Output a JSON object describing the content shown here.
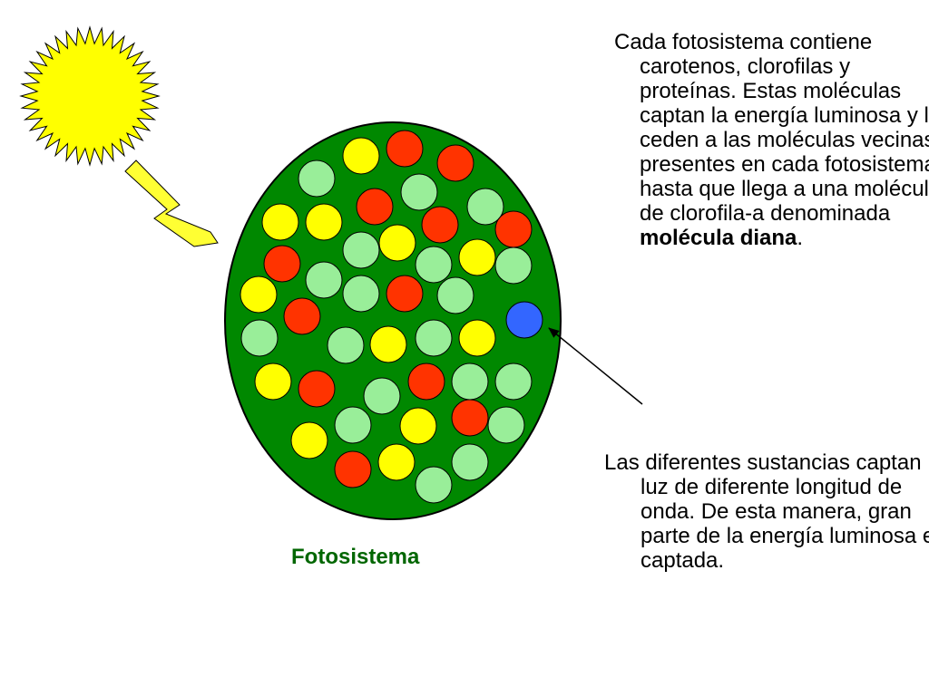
{
  "colors": {
    "background": "#ffffff",
    "photosystem_fill": "#008800",
    "carotene_yellow": "#ffff00",
    "chlorophyll_red": "#ff3300",
    "protein_light_green": "#99ee99",
    "target_molecule_blue": "#3366ff",
    "sun_yellow": "#ffff00",
    "lightning_yellow": "#ffff33",
    "caption_green": "#006600",
    "text": "#000000"
  },
  "icons": {
    "sun": "sun-icon",
    "light_ray": "lightning-icon",
    "pointer": "arrow-icon"
  },
  "diagram": {
    "caption": "Fotosistema"
  },
  "text": {
    "para1_before": "Cada fotosistema contiene carotenos, clorofilas y proteínas. Estas moléculas captan la energía luminosa y la ceden a las moléculas vecinas presentes en cada fotosistema hasta que llega a una molécula de clorofila-a denominada ",
    "para1_bold": "molécula diana",
    "para1_after": ".",
    "para2": "Las diferentes sustancias captan luz de diferente longitud de onda. De esta manera, gran parte de la energía luminosa es captada."
  }
}
